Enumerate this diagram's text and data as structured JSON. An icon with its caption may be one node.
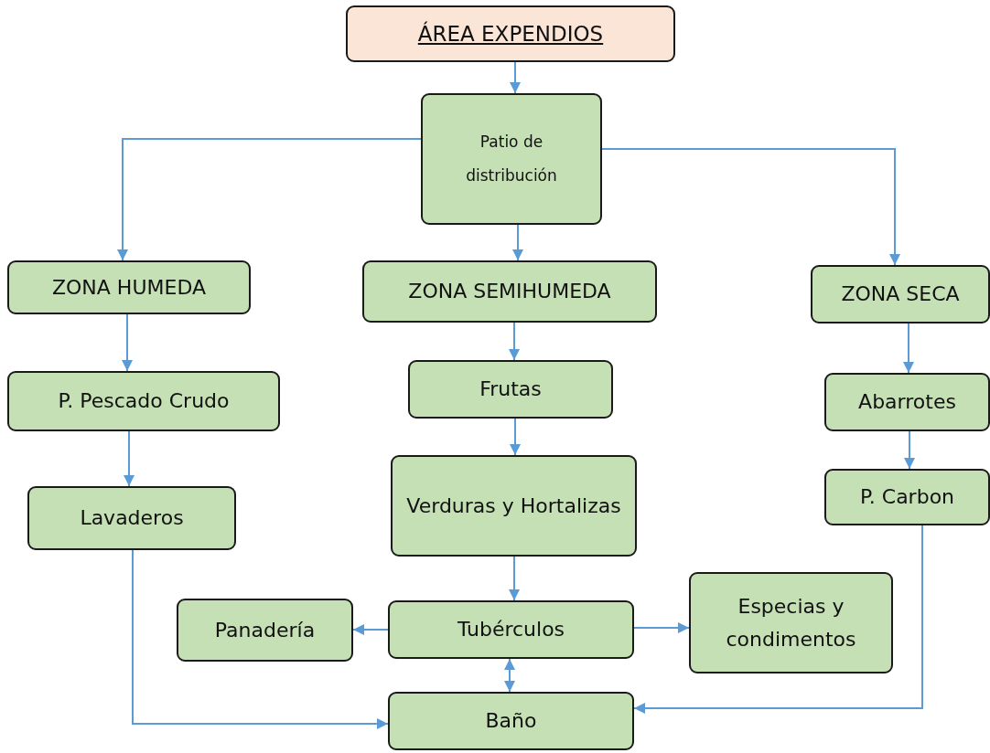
{
  "diagram": {
    "nodes": [
      {
        "text": [
          "ÁREA EXPENDIOS"
        ]
      },
      {
        "text": [
          "Patio de distribución"
        ]
      },
      {
        "text": [
          "ZONA HUMEDA"
        ]
      },
      {
        "text": [
          "ZONA SEMIHUMEDA"
        ]
      },
      {
        "text": [
          "ZONA SECA"
        ]
      },
      {
        "text": [
          "P. Pescado Crudo"
        ]
      },
      {
        "text": [
          "Frutas"
        ]
      },
      {
        "text": [
          "Abarrotes"
        ]
      },
      {
        "text": [
          "Lavaderos"
        ]
      },
      {
        "text": [
          "Verduras y Hortalizas"
        ]
      },
      {
        "text": [
          "P. Carbon"
        ]
      },
      {
        "text": [
          "Panadería"
        ]
      },
      {
        "text": [
          "Tubérculos"
        ]
      },
      {
        "text": [
          "Especias y condimentos"
        ]
      },
      {
        "text": [
          "Baño"
        ]
      }
    ],
    "edges": [
      {
        "from": 0,
        "to": 1,
        "arrow": "to"
      },
      {
        "from": 1,
        "to": 2,
        "arrow": "to"
      },
      {
        "from": 1,
        "to": 3,
        "arrow": "to"
      },
      {
        "from": 1,
        "to": 4,
        "arrow": "to"
      },
      {
        "from": 2,
        "to": 5,
        "arrow": "to"
      },
      {
        "from": 3,
        "to": 6,
        "arrow": "to"
      },
      {
        "from": 4,
        "to": 7,
        "arrow": "to"
      },
      {
        "from": 5,
        "to": 8,
        "arrow": "to"
      },
      {
        "from": 6,
        "to": 9,
        "arrow": "to"
      },
      {
        "from": 7,
        "to": 10,
        "arrow": "to"
      },
      {
        "from": 9,
        "to": 12,
        "arrow": "to"
      },
      {
        "from": 12,
        "to": 11,
        "arrow": "to"
      },
      {
        "from": 12,
        "to": 13,
        "arrow": "to"
      },
      {
        "from": 12,
        "to": 14,
        "arrow": "both"
      },
      {
        "from": 8,
        "to": 14,
        "arrow": "to"
      },
      {
        "from": 10,
        "to": 14,
        "arrow": "to"
      }
    ]
  }
}
